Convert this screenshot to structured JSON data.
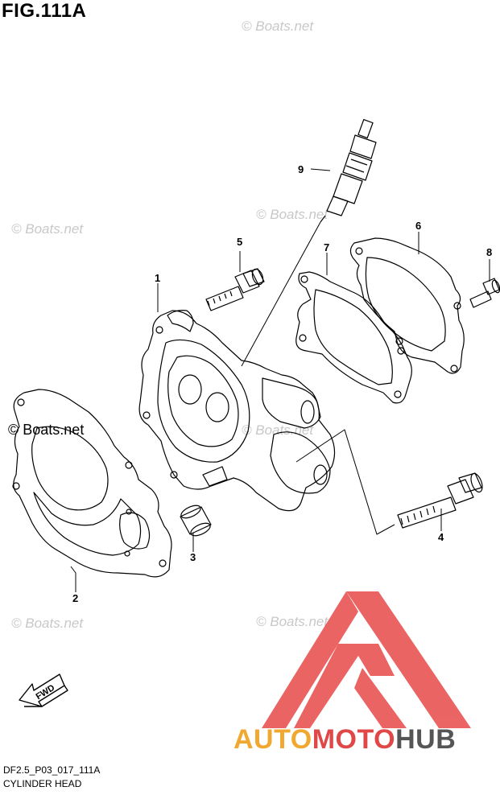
{
  "figure": {
    "title": "FIG.111A"
  },
  "footer": {
    "code": "DF2.5_P03_017_111A",
    "caption": "CYLINDER HEAD"
  },
  "watermark": {
    "text": "© Boats.net"
  },
  "fwd_label": "FWD",
  "callouts": [
    {
      "id": "1",
      "part": "cylinder-head"
    },
    {
      "id": "2",
      "part": "head-gasket"
    },
    {
      "id": "3",
      "part": "dowel-pin"
    },
    {
      "id": "4",
      "part": "long-bolt"
    },
    {
      "id": "5",
      "part": "bolt"
    },
    {
      "id": "6",
      "part": "cover"
    },
    {
      "id": "7",
      "part": "cover-gasket"
    },
    {
      "id": "8",
      "part": "small-bolt"
    },
    {
      "id": "9",
      "part": "spark-plug"
    }
  ],
  "brand": {
    "part1": "AUTO",
    "part2": "MOTO",
    "part3": "HUB"
  },
  "colors": {
    "brand_orange": "#f0a830",
    "brand_red": "#e04848",
    "brand_gray": "#555555",
    "logo_triangle": "#e84a4a"
  }
}
